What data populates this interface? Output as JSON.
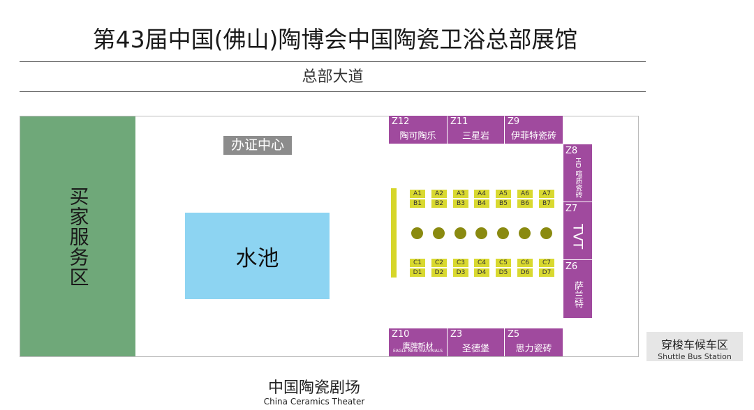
{
  "title": "第43届中国(佛山)陶博会中国陶瓷卫浴总部展馆",
  "avenue": "总部大道",
  "buyer_area": "买家服务区",
  "cert_center": "办证中心",
  "pool": "水池",
  "colors": {
    "buyer": "#6fa879",
    "pool": "#8dd4f2",
    "booth": "#a04a9e",
    "stand": "#d9d930",
    "dot": "#8a8a10"
  },
  "top_booths": [
    {
      "code": "Z12",
      "name": "陶可陶乐"
    },
    {
      "code": "Z11",
      "name": "三星岩"
    },
    {
      "code": "Z9",
      "name": "伊菲特瓷砖"
    }
  ],
  "right_booths": [
    {
      "code": "Z8",
      "name": "HD 喧质瓷砖"
    },
    {
      "code": "Z7",
      "name": "TVT"
    },
    {
      "code": "Z6",
      "name": "萨兰特"
    }
  ],
  "bottom_booths": [
    {
      "code": "Z10",
      "name": "鹰牌新材",
      "sub": "EAGLE NEW MATERIALS"
    },
    {
      "code": "Z3",
      "name": "圣德堡"
    },
    {
      "code": "Z5",
      "name": "思力瓷砖"
    }
  ],
  "stands": {
    "row_a": [
      "A1",
      "A2",
      "A3",
      "A4",
      "A5",
      "A6",
      "A7"
    ],
    "row_b": [
      "B1",
      "B2",
      "B3",
      "B4",
      "B5",
      "B6",
      "B7"
    ],
    "row_c": [
      "C1",
      "C2",
      "C3",
      "C4",
      "C5",
      "C6",
      "C7"
    ],
    "row_d": [
      "D1",
      "D2",
      "D3",
      "D4",
      "D5",
      "D6",
      "D7"
    ]
  },
  "shuttle": {
    "zh": "穿梭车候车区",
    "en": "Shuttle Bus Station"
  },
  "theater": {
    "zh": "中国陶瓷剧场",
    "en": "China Ceramics Theater"
  }
}
